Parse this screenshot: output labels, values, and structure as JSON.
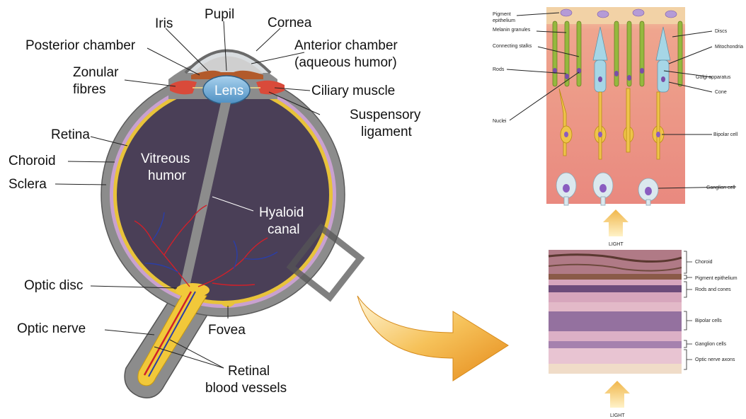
{
  "eye_labels": {
    "pupil": "Pupil",
    "iris": "Iris",
    "cornea": "Cornea",
    "posterior_chamber": "Posterior chamber",
    "anterior_chamber_1": "Anterior chamber",
    "anterior_chamber_2": "(aqueous humor)",
    "zonular_1": "Zonular",
    "zonular_2": "fibres",
    "lens": "Lens",
    "ciliary_muscle": "Ciliary muscle",
    "suspensory_1": "Suspensory",
    "suspensory_2": "ligament",
    "retina": "Retina",
    "choroid": "Choroid",
    "sclera": "Sclera",
    "vitreous_1": "Vitreous",
    "vitreous_2": "humor",
    "hyaloid_1": "Hyaloid",
    "hyaloid_2": "canal",
    "optic_disc": "Optic disc",
    "optic_nerve": "Optic nerve",
    "fovea": "Fovea",
    "retinal_vessels_1": "Retinal",
    "retinal_vessels_2": "blood vessels"
  },
  "cell_labels": {
    "pigment_1": "Pigment",
    "pigment_2": "epithelium",
    "melanin": "Melanin granules",
    "stalks": "Connecting stalks",
    "rods": "Rods",
    "nuclei": "Nuclei",
    "discs": "Discs",
    "mito": "Mitochondria",
    "golgi": "Golgi apparatus",
    "cone": "Cone",
    "bipolar": "Bipolar cell",
    "ganglion": "Ganglion cell",
    "light": "LIGHT"
  },
  "histology_labels": {
    "choroid": "Choroid",
    "pigment": "Pigment epithelium",
    "rods_cones": "Rods and cones",
    "bipolar": "Bipolar cells",
    "ganglion": "Ganglion cells",
    "optic_axons": "Optic nerve axons",
    "light": "LIGHT"
  },
  "colors": {
    "sclera": "#8c8c8c",
    "vitreous": "#4a3f57",
    "retina": "#e8c33a",
    "choroid": "#c9a1d0",
    "lens": "#7fb6dc",
    "iris": "#b25a2b",
    "ciliary": "#d94a3a",
    "nerve": "#f1c83a",
    "arrow": "#f2a52a",
    "tissue": "#e8938a"
  }
}
